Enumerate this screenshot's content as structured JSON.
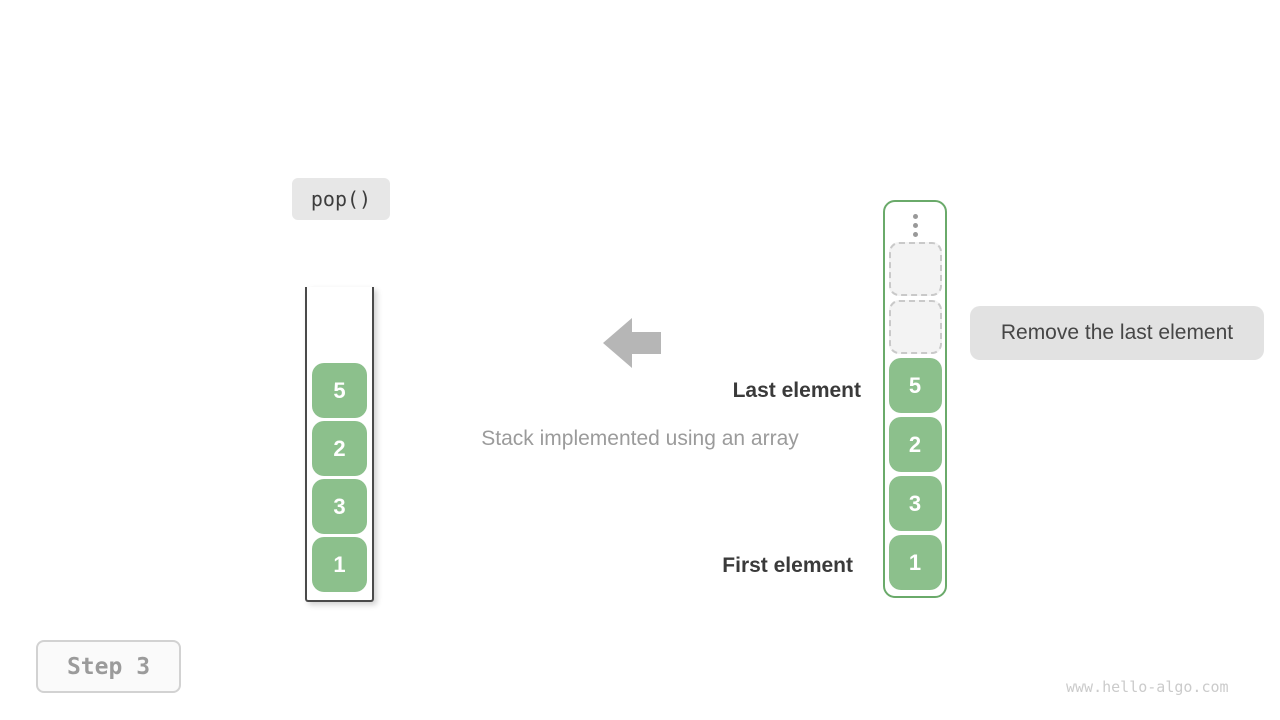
{
  "operation_label": "pop()",
  "step_badge": "Step 3",
  "caption": "Stack implemented using an array",
  "labels": {
    "last_element": "Last element",
    "first_element": "First element"
  },
  "annotation": "Remove the last element",
  "left_stack": {
    "values": [
      5,
      2,
      3,
      1
    ]
  },
  "right_array": {
    "ellipsis_icon": "vertical-ellipsis-icon",
    "empty_slots": [
      "",
      ""
    ],
    "values": [
      5,
      2,
      3,
      1
    ]
  },
  "arrow_icon": "left-arrow-icon",
  "watermark": "www.hello-algo.com",
  "colors": {
    "green_fill": "#8cc08c",
    "green_border": "#6aaa6a",
    "chip_bg": "#e7e7e7",
    "arrow_color": "#b6b6b6",
    "dark_text": "#3a3a3a",
    "gray_text": "#9b9b9b",
    "watermark": "#cbcbcb"
  }
}
